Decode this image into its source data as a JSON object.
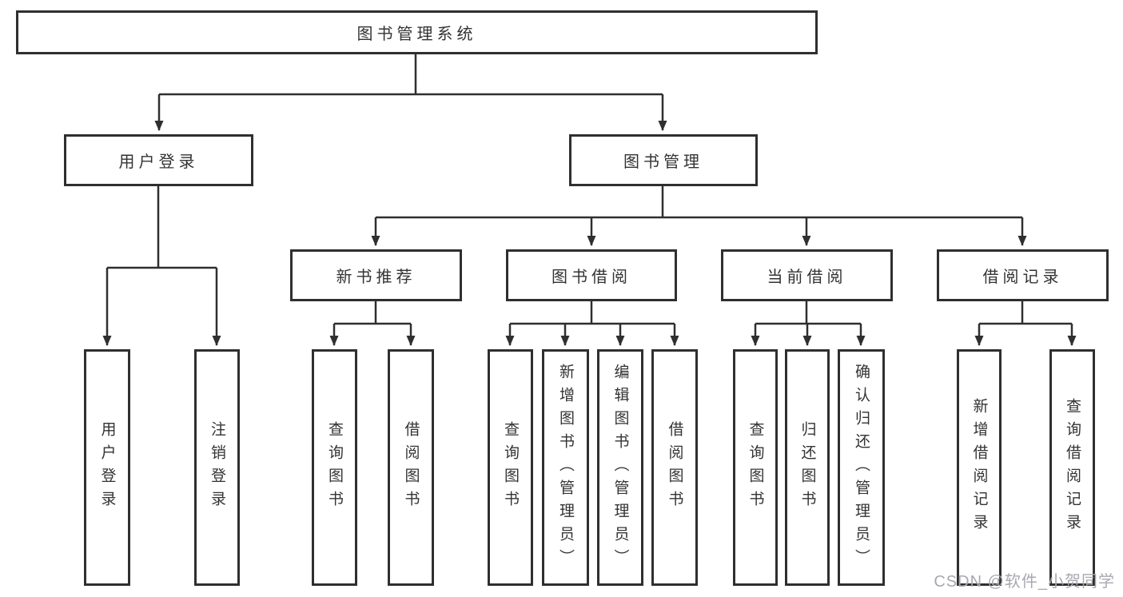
{
  "tree": {
    "root": "图书管理系统",
    "children": [
      {
        "label": "用户登录",
        "children": [
          "用户登录",
          "注销登录"
        ]
      },
      {
        "label": "图书管理",
        "children": [
          {
            "label": "新书推荐",
            "children": [
              "查询图书",
              "借阅图书"
            ]
          },
          {
            "label": "图书借阅",
            "children": [
              "查询图书",
              "新增图书（管理员）",
              "编辑图书（管理员）",
              "借阅图书"
            ]
          },
          {
            "label": "当前借阅",
            "children": [
              "查询图书",
              "归还图书",
              "确认归还（管理员）"
            ]
          },
          {
            "label": "借阅记录",
            "children": [
              "新增借阅记录",
              "查询借阅记录"
            ]
          }
        ]
      }
    ]
  },
  "watermark": {
    "text": "CSDN @软件_小贺同学",
    "color": "#a8a8b0"
  },
  "colors": {
    "line": "#2f2f2f",
    "text": "#333333",
    "background": "#ffffff"
  }
}
